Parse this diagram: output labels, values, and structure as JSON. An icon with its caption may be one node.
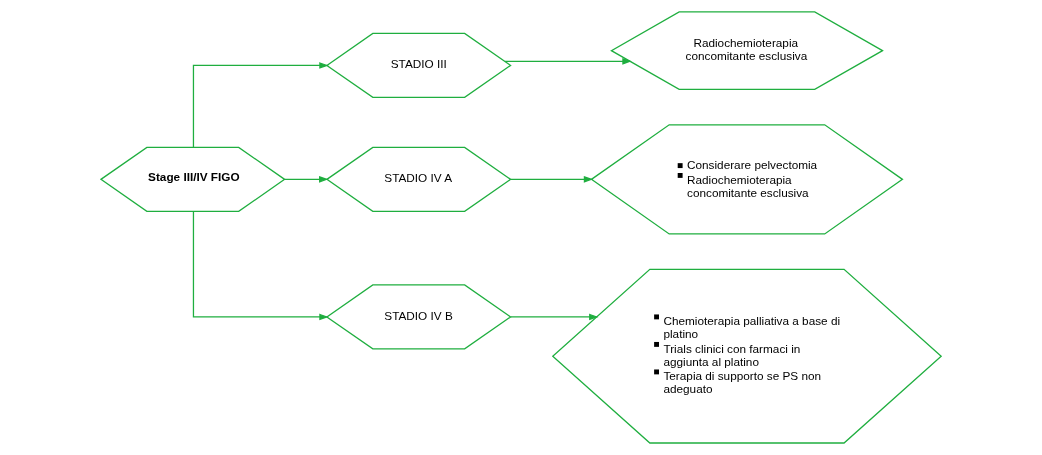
{
  "diagram": {
    "nodes": [
      {
        "text": [
          "Stage III/IV FIGO"
        ]
      },
      {
        "text": [
          "STADIO III"
        ]
      },
      {
        "text": [
          "STADIO IV A"
        ]
      },
      {
        "text": [
          "STADIO IV B"
        ]
      },
      {
        "text": [
          "Radiochemioterapia concomitante esclusiva"
        ]
      },
      {
        "text": [
          "Considerare pelvectomia",
          "Radiochemioterapia concomitante esclusiva"
        ]
      },
      {
        "text": [
          "Chemioterapia palliativa a base di platino",
          "Trials clinici con farmaci in aggiunta al platino",
          "Terapia di supporto se PS non adeguato"
        ]
      }
    ],
    "edges": [
      {
        "from": 0,
        "to": 1,
        "arrow": "to"
      },
      {
        "from": 0,
        "to": 2,
        "arrow": "to"
      },
      {
        "from": 0,
        "to": 3,
        "arrow": "to"
      },
      {
        "from": 1,
        "to": 4,
        "arrow": "to"
      },
      {
        "from": 2,
        "to": 5,
        "arrow": "to"
      },
      {
        "from": 3,
        "to": 6,
        "arrow": "to"
      }
    ]
  }
}
